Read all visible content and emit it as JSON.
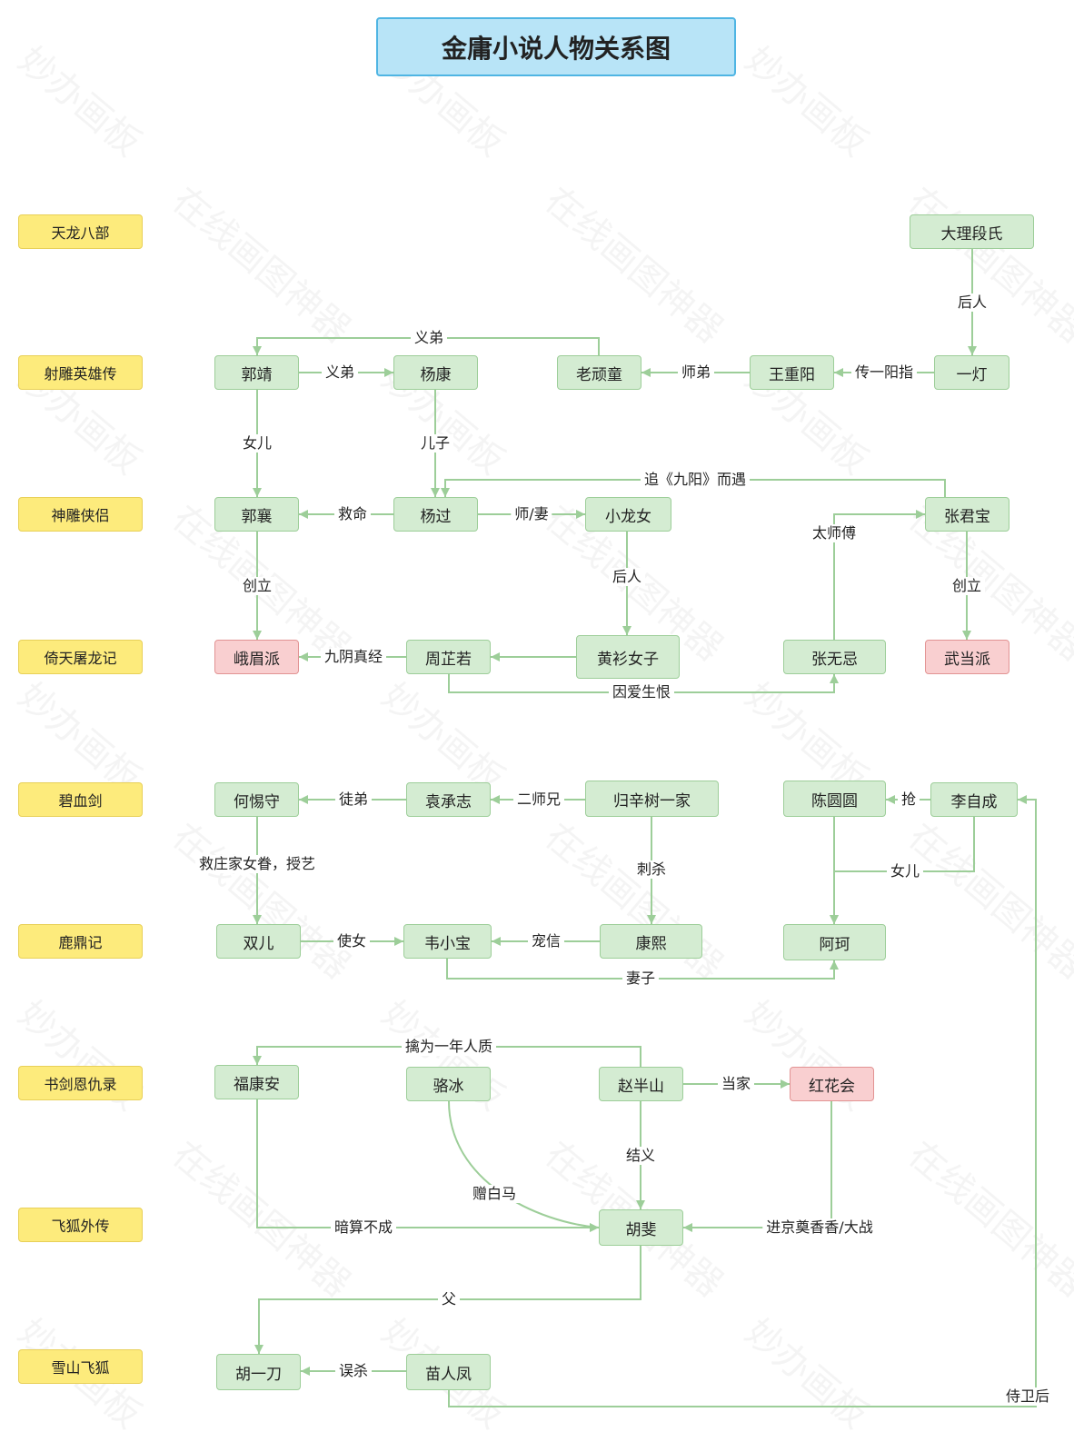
{
  "title": "金庸小说人物关系图",
  "watermark": [
    "妙办画板",
    "在线画图神器"
  ],
  "colors": {
    "edge": "#9dce99",
    "node_fill": "#d4ecd2",
    "faction_fill": "#f9cfd0",
    "row_label_fill": "#fdeb7c",
    "title_fill": "#b8e4f7"
  },
  "rows": [
    {
      "id": "r1",
      "label": "天龙八部"
    },
    {
      "id": "r2",
      "label": "射雕英雄传"
    },
    {
      "id": "r3",
      "label": "神雕侠侣"
    },
    {
      "id": "r4",
      "label": "倚天屠龙记"
    },
    {
      "id": "r5",
      "label": "碧血剑"
    },
    {
      "id": "r6",
      "label": "鹿鼎记"
    },
    {
      "id": "r7",
      "label": "书剑恩仇录"
    },
    {
      "id": "r8",
      "label": "飞狐外传"
    },
    {
      "id": "r9",
      "label": "雪山飞狐"
    }
  ],
  "nodes": [
    {
      "id": "dali",
      "label": "大理段氏",
      "kind": "person"
    },
    {
      "id": "guojing",
      "label": "郭靖",
      "kind": "person"
    },
    {
      "id": "yangkang",
      "label": "杨康",
      "kind": "person"
    },
    {
      "id": "laowantong",
      "label": "老顽童",
      "kind": "person"
    },
    {
      "id": "wangchongyang",
      "label": "王重阳",
      "kind": "person"
    },
    {
      "id": "yideng",
      "label": "一灯",
      "kind": "person"
    },
    {
      "id": "guoxiang",
      "label": "郭襄",
      "kind": "person"
    },
    {
      "id": "yangguo",
      "label": "杨过",
      "kind": "person"
    },
    {
      "id": "xiaolongnv",
      "label": "小龙女",
      "kind": "person"
    },
    {
      "id": "zhangjunbao",
      "label": "张君宝",
      "kind": "person"
    },
    {
      "id": "emei",
      "label": "峨眉派",
      "kind": "faction"
    },
    {
      "id": "zhouzhiruo",
      "label": "周芷若",
      "kind": "person"
    },
    {
      "id": "huangshan",
      "label": "黄衫女子",
      "kind": "person"
    },
    {
      "id": "zhangwuji",
      "label": "张无忌",
      "kind": "person"
    },
    {
      "id": "wudang",
      "label": "武当派",
      "kind": "faction"
    },
    {
      "id": "hetishou",
      "label": "何惕守",
      "kind": "person"
    },
    {
      "id": "yuanchengzhi",
      "label": "袁承志",
      "kind": "person"
    },
    {
      "id": "guixinshu",
      "label": "归辛树一家",
      "kind": "person"
    },
    {
      "id": "chenyuanyuan",
      "label": "陈圆圆",
      "kind": "person"
    },
    {
      "id": "lizicheng",
      "label": "李自成",
      "kind": "person"
    },
    {
      "id": "shuanger",
      "label": "双儿",
      "kind": "person"
    },
    {
      "id": "weixiaobao",
      "label": "韦小宝",
      "kind": "person"
    },
    {
      "id": "kangxi",
      "label": "康熙",
      "kind": "person"
    },
    {
      "id": "ake",
      "label": "阿珂",
      "kind": "person"
    },
    {
      "id": "fukangan",
      "label": "福康安",
      "kind": "person"
    },
    {
      "id": "luobing",
      "label": "骆冰",
      "kind": "person"
    },
    {
      "id": "zhaobanshan",
      "label": "赵半山",
      "kind": "person"
    },
    {
      "id": "honghuahui",
      "label": "红花会",
      "kind": "faction"
    },
    {
      "id": "hufei",
      "label": "胡斐",
      "kind": "person"
    },
    {
      "id": "huyidao",
      "label": "胡一刀",
      "kind": "person"
    },
    {
      "id": "miaorenfeng",
      "label": "苗人凤",
      "kind": "person"
    }
  ],
  "edges": [
    {
      "id": "e_dali_yideng",
      "from": "大理段氏",
      "to": "一灯",
      "label": "后人"
    },
    {
      "id": "e_guojing_yangkang_yidi",
      "from": "郭靖",
      "to": "杨康",
      "label": "义弟"
    },
    {
      "id": "e_laowantong_guojing",
      "from": "老顽童",
      "to": "郭靖",
      "label": "义弟"
    },
    {
      "id": "e_wangchongyang_laowantong",
      "from": "王重阳",
      "to": "老顽童",
      "label": "师弟"
    },
    {
      "id": "e_yideng_wangchongyang",
      "from": "一灯",
      "to": "王重阳",
      "label": "传一阳指"
    },
    {
      "id": "e_guojing_guoxiang",
      "from": "郭靖",
      "to": "郭襄",
      "label": "女儿"
    },
    {
      "id": "e_yangkang_yangguo",
      "from": "杨康",
      "to": "杨过",
      "label": "儿子"
    },
    {
      "id": "e_zhangjunbao_yangguo",
      "from": "张君宝",
      "to": "杨过",
      "label": "追《九阳》而遇"
    },
    {
      "id": "e_yangguo_guoxiang",
      "from": "杨过",
      "to": "郭襄",
      "label": "救命"
    },
    {
      "id": "e_yangguo_xiaolongnv",
      "from": "杨过",
      "to": "小龙女",
      "label": "师/妻"
    },
    {
      "id": "e_xiaolongnv_huangshan",
      "from": "小龙女",
      "to": "黄衫女子",
      "label": "后人"
    },
    {
      "id": "e_zhangwuji_zhangjunbao",
      "from": "张无忌",
      "to": "张君宝",
      "label": "太师傅"
    },
    {
      "id": "e_guoxiang_emei",
      "from": "郭襄",
      "to": "峨眉派",
      "label": "创立"
    },
    {
      "id": "e_zhangjunbao_wudang",
      "from": "张君宝",
      "to": "武当派",
      "label": "创立"
    },
    {
      "id": "e_zhouzhiruo_emei",
      "from": "周芷若",
      "to": "峨眉派",
      "label": "九阴真经"
    },
    {
      "id": "e_huangshan_zhouzhiruo",
      "from": "黄衫女子",
      "to": "周芷若",
      "label": ""
    },
    {
      "id": "e_zhouzhiruo_zhangwuji",
      "from": "周芷若",
      "to": "张无忌",
      "label": "因爱生恨"
    },
    {
      "id": "e_yuanchengzhi_hetishou",
      "from": "袁承志",
      "to": "何惕守",
      "label": "徒弟"
    },
    {
      "id": "e_guixinshu_yuanchengzhi",
      "from": "归辛树一家",
      "to": "袁承志",
      "label": "二师兄"
    },
    {
      "id": "e_lizicheng_chenyuanyuan",
      "from": "李自成",
      "to": "陈圆圆",
      "label": "抢"
    },
    {
      "id": "e_hetishou_shuanger",
      "from": "何惕守",
      "to": "双儿",
      "label": "救庄家女眷，授艺"
    },
    {
      "id": "e_guixinshu_kangxi",
      "from": "归辛树一家",
      "to": "康熙",
      "label": "刺杀"
    },
    {
      "id": "e_lizicheng_ake",
      "from": "李自成",
      "to": "阿珂",
      "label": "女儿"
    },
    {
      "id": "e_chenyuanyuan_ake",
      "from": "陈圆圆",
      "to": "阿珂",
      "label": ""
    },
    {
      "id": "e_shuanger_weixiaobao",
      "from": "双儿",
      "to": "韦小宝",
      "label": "使女"
    },
    {
      "id": "e_kangxi_weixiaobao",
      "from": "康熙",
      "to": "韦小宝",
      "label": "宠信"
    },
    {
      "id": "e_weixiaobao_ake",
      "from": "韦小宝",
      "to": "阿珂",
      "label": "妻子"
    },
    {
      "id": "e_zhaobanshan_fukangan",
      "from": "赵半山",
      "to": "福康安",
      "label": "擒为一年人质"
    },
    {
      "id": "e_zhaobanshan_honghuahui",
      "from": "赵半山",
      "to": "红花会",
      "label": "当家"
    },
    {
      "id": "e_zhaobanshan_hufei",
      "from": "赵半山",
      "to": "胡斐",
      "label": "结义"
    },
    {
      "id": "e_luobing_hufei",
      "from": "骆冰",
      "to": "胡斐",
      "label": "赠白马"
    },
    {
      "id": "e_fukangan_hufei",
      "from": "福康安",
      "to": "胡斐",
      "label": "暗算不成"
    },
    {
      "id": "e_honghuahui_hufei",
      "from": "红花会",
      "to": "胡斐",
      "label": "进京奠香香/大战"
    },
    {
      "id": "e_hufei_huyidao",
      "from": "胡斐",
      "to": "胡一刀",
      "label": "父"
    },
    {
      "id": "e_miaorenfeng_huyidao",
      "from": "苗人凤",
      "to": "胡一刀",
      "label": "误杀"
    },
    {
      "id": "e_miaorenfeng_lizicheng",
      "from": "苗人凤",
      "to": "李自成",
      "label": "侍卫后"
    }
  ]
}
